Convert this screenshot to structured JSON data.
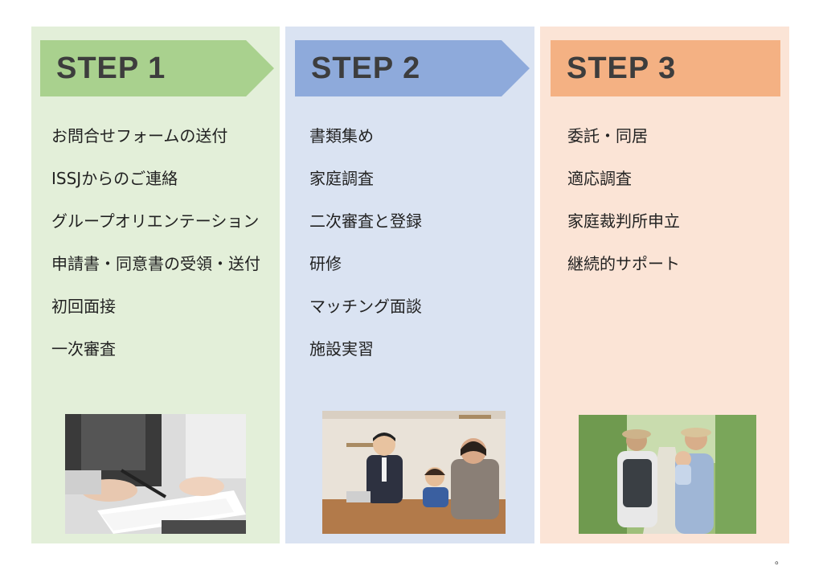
{
  "steps": [
    {
      "title": "STEP 1",
      "items": [
        "お問合せフォームの送付",
        "ISSJからのご連絡",
        "グループオリエンテーション",
        "申請書・同意書の受領・送付",
        "初回面接",
        "一次審査"
      ],
      "photo_icon": "document-signing-photo"
    },
    {
      "title": "STEP 2",
      "items": [
        "書類集め",
        "家庭調査",
        "二次審査と登録",
        "研修",
        "マッチング面談",
        "施設実習"
      ],
      "photo_icon": "family-meeting-photo"
    },
    {
      "title": "STEP 3",
      "items": [
        "委託・同居",
        "適応調査",
        "家庭裁判所申立",
        "継続的サポート"
      ],
      "photo_icon": "parent-carrying-child-photo"
    }
  ],
  "colors": {
    "step1_bg": "#e3efd9",
    "step1_head": "#a9d18e",
    "step2_bg": "#dae3f2",
    "step2_head": "#8eaadb",
    "step3_bg": "#fbe4d6",
    "step3_head": "#f4b183"
  },
  "footnote": "。"
}
